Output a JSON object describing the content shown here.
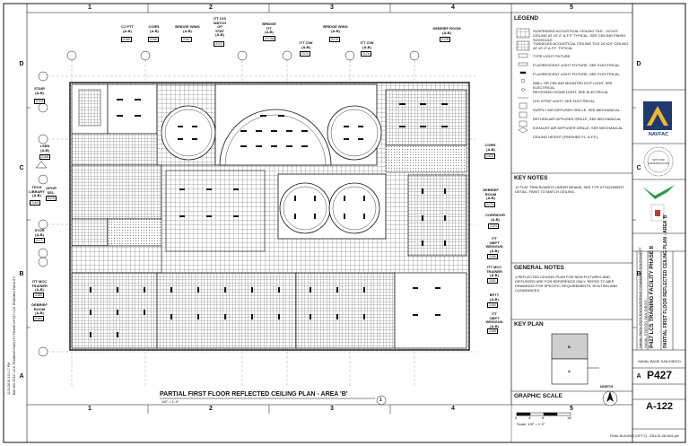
{
  "sheet": {
    "title": "PARTIAL FIRST FLOOR REFLECTED CEILING PLAN - AREA 'B'",
    "scale": "1/8\" = 1'-0\"",
    "view_number": "1",
    "project_number": "P427",
    "sheet_number": "A-122",
    "navfac": "NAVFAC",
    "project_title": "P427 LCS TRAINING FACILITY PHASE II",
    "sheet_title": "PARTIAL FIRST FLOOR REFLECTED CEILING PLAN - AREA 'B'",
    "naval_base": "NAVAL STATION SAN DIEGO",
    "engineering": "NAVAL FACILITIES ENGINEERING COMMAND SOUTHWEST",
    "stamp": "NOT FOR CONSTRUCTION",
    "dist_label": "NAVAL BASE SAN DIEGO"
  },
  "grid": {
    "columns": [
      "1",
      "2",
      "3",
      "4",
      "5"
    ],
    "rows": [
      "D",
      "C",
      "B",
      "A"
    ]
  },
  "legend": {
    "title": "LEGEND",
    "items": [
      "SUSPENDED ACOUSTICAL CEILING TILE - 24\"x24\" CEILING AT 10'-0\" A.F.F. TYPICAL, SEE CEILING FINISH SCHEDULE",
      "TUNNELED ACOUSTICAL CEILING TILE 24\"x24\" CEILING AT 10'-0\" A.F.F. TYPICAL",
      "TYPE LIGHT FIXTURE",
      "FLUORESCENT LIGHT FIXTURE, SEE ELECTRICAL",
      "FLUORESCENT LIGHT FIXTURE, SEE ELECTRICAL",
      "WALL OR CEILING MOUNTED EXIT LIGHT, SEE ELECTRICAL",
      "RECESSED DOWN LIGHT, SEE ELECTRICAL",
      "LED STRIP LIGHT, SEE ELECTRICAL",
      "SUPPLY AIR DIFFUSER GRILLE, SEE MECHANICAL",
      "RETURN AIR DIFFUSER GRILLE, SEE MECHANICAL",
      "EXHAUST AIR DIFFUSER GRILLE, SEE MECHANICAL",
      "CEILING HEIGHT (FINISHED FL. A.F.F.)"
    ]
  },
  "key_notes": {
    "title": "KEY NOTES",
    "items": [
      "12  FLAT TRIM BOARDS UNDER BEAMS, SEE TYP. ATTACHMENT DETAIL. PAINT TO MATCH CEILING."
    ]
  },
  "general_notes": {
    "title": "GENERAL NOTES",
    "items": [
      "1  REFLECTED CEILING PLAN FOR NEW FIXTURES AND DIFFUSERS ARE FOR REFERENCE ONLY. REFER TO MEP DRAWINGS FOR SPECIFIC REQUIREMENTS, ROUTING AND CLEARANCES."
    ]
  },
  "key_plan": {
    "title": "KEY PLAN",
    "label_b": "B",
    "label_a": "A"
  },
  "graphic_scale": {
    "title": "GRAPHIC SCALE",
    "text": "Scale: 1/8\" = 1'-0\"",
    "ticks": [
      "0",
      "4'",
      "8'",
      "16'"
    ],
    "north": "NORTH"
  },
  "rooms": [
    {
      "name": "CJ PTT\n(A-B)",
      "num": "2165"
    },
    {
      "name": "CORR.\n(A-B)",
      "num": "2166"
    },
    {
      "name": "BRIDGE WING\n(A-B)",
      "num": "2167"
    },
    {
      "name": "ITT IOS\nWATCH\nOF\nSTAT\n(A-B)",
      "num": "2172"
    },
    {
      "name": "BRIDGE\nITT\n(A-B)",
      "num": "2173A"
    },
    {
      "name": "ITT CIW\n(A-B)",
      "num": "2174"
    },
    {
      "name": "BRIDGE WING\n(A-B)",
      "num": "2175"
    },
    {
      "name": "ITT CIW\n(A-B)",
      "num": "2176"
    },
    {
      "name": "DEBRIEF ROOM\n(A-B)",
      "num": "2178"
    },
    {
      "name": "STAIR\n(A-B)",
      "num": "ST03"
    },
    {
      "name": "LSEN\n(A-B)",
      "num": "2168"
    },
    {
      "name": "TECH\nLIBRARY\n(A-B)",
      "num": "2169"
    },
    {
      "name": "OPOR\nSEL.",
      "num": "2170"
    },
    {
      "name": "STOR\n(A-B)",
      "num": "2171"
    },
    {
      "name": "ITT MCC\nTRAINER\n(A-B)",
      "num": "2183"
    },
    {
      "name": "DEBRIEF\nROOM\n(A-B)",
      "num": "2184"
    },
    {
      "name": "CORR.\n(A-B)",
      "num": "C202"
    },
    {
      "name": "DEBRIEF\nROOM\n(A-B)",
      "num": "2179"
    },
    {
      "name": "CORRIDOR\n(A-B)",
      "num": "C201"
    },
    {
      "name": "ITT\nOBPT\nWEISGUN\n(A-B)",
      "num": "2180"
    },
    {
      "name": "ITT MCC\nTRAINER\n(A-B)",
      "num": "2181"
    },
    {
      "name": "BPTT\n(A-B)",
      "num": "2182"
    },
    {
      "name": "ITT\nOBPT\nWEISGUN\n(A-B)",
      "num": "2185"
    }
  ],
  "side_text": {
    "left1": "11/21/2016 3:01:17 PM",
    "left2": "BIM 360://P427 LCS TRAINING FACILITY PHASE II/P427 LCS TRAINING FACILITY",
    "footer": "FINAL BUILDING (OPT 2) - 2016-01-08-0001.pdf"
  },
  "colors": {
    "line": "#111111",
    "hatch": "#555555",
    "navy": "#1e3a6e",
    "gold": "#f2b632",
    "green": "#2e9a45",
    "red": "#c0392b"
  }
}
